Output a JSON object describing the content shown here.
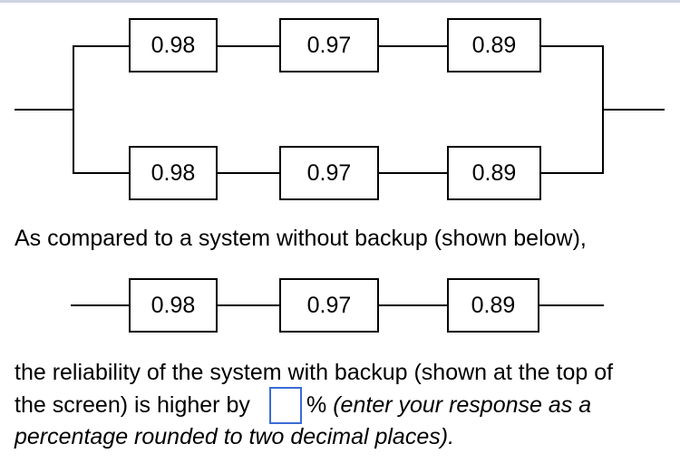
{
  "window": {
    "top_bar_color": "#ccd3e1"
  },
  "backup_diagram": {
    "top_branch": [
      "0.98",
      "0.97",
      "0.89"
    ],
    "bottom_branch": [
      "0.98",
      "0.97",
      "0.89"
    ]
  },
  "series_diagram": {
    "blocks": [
      "0.98",
      "0.97",
      "0.89"
    ]
  },
  "text": {
    "comparison_sentence": "As compared to a system without backup (shown below),",
    "question_line1": "the reliability of the system with backup (shown at the top of",
    "question_line2_prefix": "the screen) is higher by",
    "percent_sign": "%",
    "question_line2_italic": "(enter your response as a",
    "question_line3_italic": "percentage rounded to two decimal places)."
  },
  "answer_input": {
    "value": "",
    "border_color": "#3b6cd6"
  }
}
